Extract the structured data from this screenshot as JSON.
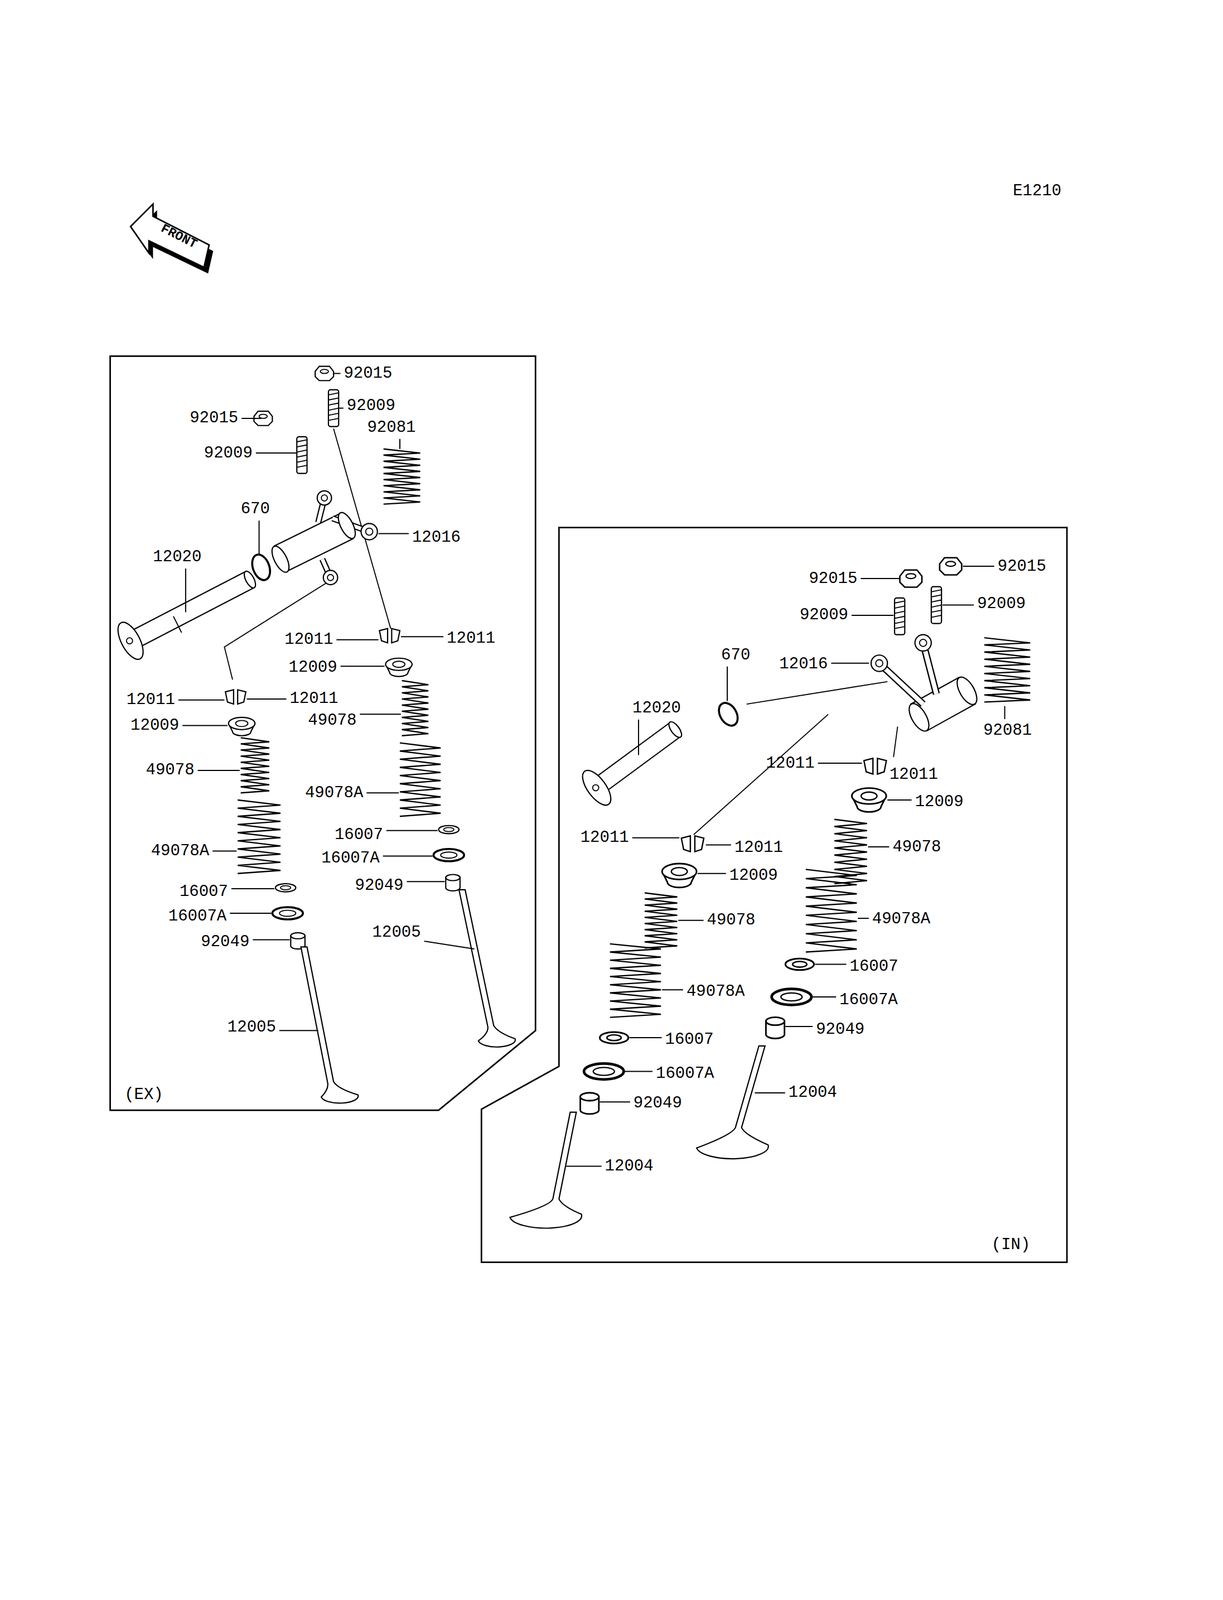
{
  "diagram": {
    "nodes": [
      {
        "text": [
          "(EX)"
        ]
      },
      {
        "text": [
          "(IN)"
        ]
      }
    ],
    "labels": [
      "E1210",
      "FRONT",
      "92015",
      "92015",
      "92009",
      "92081",
      "92009",
      "670",
      "12016",
      "12020",
      "12011",
      "12011",
      "12009",
      "12011",
      "12011",
      "12009",
      "49078",
      "49078",
      "49078A",
      "16007",
      "49078A",
      "16007A",
      "92049",
      "16007",
      "16007A",
      "12005",
      "92049",
      "12005",
      "92015",
      "92015",
      "92009",
      "92009",
      "670",
      "12016",
      "12020",
      "92081",
      "12011",
      "12011",
      "12009",
      "49078",
      "12011",
      "12011",
      "12009",
      "49078A",
      "49078",
      "16007",
      "49078A",
      "16007A",
      "92049",
      "16007",
      "12004",
      "16007A",
      "92049",
      "12004"
    ]
  }
}
